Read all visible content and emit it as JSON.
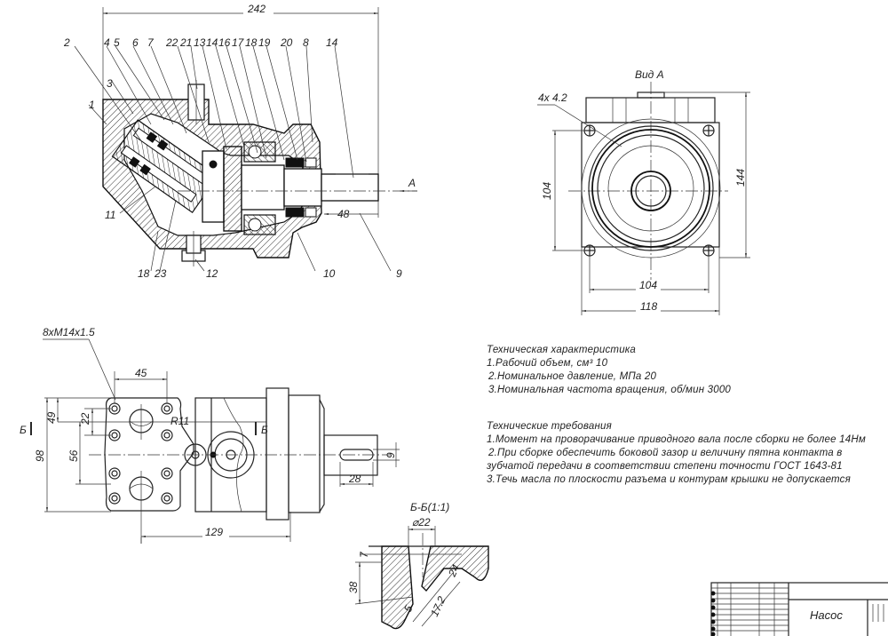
{
  "drawing": {
    "title": "Насос",
    "overall_length": "242",
    "section_axis_label": "A",
    "shaft_dim": "48",
    "part_labels_top": [
      "2",
      "4",
      "5",
      "6",
      "7",
      "22",
      "21",
      "13",
      "14",
      "16",
      "17",
      "18",
      "19",
      "20",
      "8",
      "14"
    ],
    "part_labels_left": [
      "3",
      "1",
      "11"
    ],
    "part_labels_bottom": [
      "18",
      "23",
      "12",
      "10",
      "9"
    ]
  },
  "view_a": {
    "title": "Вид А",
    "holes_label": "4х 4.2",
    "dim_vertical_left": "104",
    "dim_vertical_right": "144",
    "dim_horizontal_inner": "104",
    "dim_horizontal_outer": "118"
  },
  "plan_view": {
    "thread_label": "8хМ14х1.5",
    "dim_45": "45",
    "dim_22": "22",
    "dim_49": "49",
    "dim_98": "98",
    "dim_56": "56",
    "radius": "R11",
    "section_mark": "Б",
    "dim_129": "129",
    "dim_28": "28",
    "dim_9": "9"
  },
  "section_bb": {
    "title": "Б-Б(1:1)",
    "dia": "⌀22",
    "dim_7": "7",
    "dim_38": "38",
    "dim_24": "24",
    "dim_17_2": "17.2",
    "dim_5": "5"
  },
  "specs": {
    "heading": "Техническая характеристика",
    "items": [
      "1.Рабочий объем, см³ 10",
      "2.Номинальное давление, МПа  20",
      "3.Номинальная частота вращения, об/мин 3000"
    ]
  },
  "requirements": {
    "heading": "Технические требования",
    "items": [
      "1.Момент на проворачивание приводного вала после сборки не более 14Нм",
      "2.При сборке обеспечить боковой зазор и величину пятна контакта в",
      "зубчатой передачи в соответствии степени точности ГОСТ 1643-81",
      "3.Течь масла по плоскости разъема и контурам крышки не допускается"
    ]
  }
}
